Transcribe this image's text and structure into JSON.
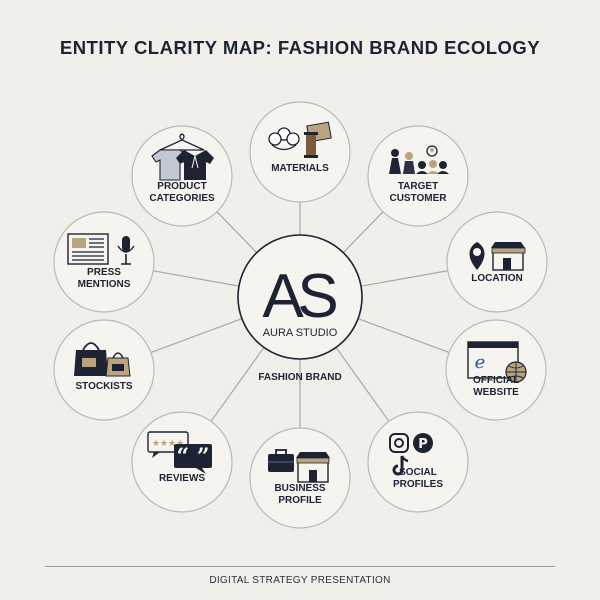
{
  "title": "ENTITY CLARITY MAP: FASHION BRAND ECOLOGY",
  "center": {
    "monogram": "AS",
    "name": "AURA STUDIO",
    "tagline": "FASHION BRAND"
  },
  "nodes": [
    {
      "id": "materials",
      "lines": [
        "MATERIALS"
      ],
      "icon": "cotton-and-thread-icon"
    },
    {
      "id": "target-customer",
      "lines": [
        "TARGET",
        "CUSTOMER"
      ],
      "icon": "people-icon"
    },
    {
      "id": "location",
      "lines": [
        "LOCATION"
      ],
      "icon": "map-pin-store-icon"
    },
    {
      "id": "official-website",
      "lines": [
        "OFFICIAL",
        "WEBSITE"
      ],
      "icon": "browser-globe-icon"
    },
    {
      "id": "social-profiles",
      "lines": [
        "SOCIAL",
        "PROFILES"
      ],
      "icon": "social-media-icon"
    },
    {
      "id": "business-profile",
      "lines": [
        "BUSINESS",
        "PROFILE"
      ],
      "icon": "briefcase-store-icon"
    },
    {
      "id": "reviews",
      "lines": [
        "REVIEWS"
      ],
      "icon": "speech-bubbles-icon"
    },
    {
      "id": "stockists",
      "lines": [
        "STOCKISTS"
      ],
      "icon": "shopping-bags-icon"
    },
    {
      "id": "press-mentions",
      "lines": [
        "PRESS",
        "MENTIONS"
      ],
      "icon": "newspaper-microphone-icon"
    },
    {
      "id": "product-categories",
      "lines": [
        "PRODUCT",
        "CATEGORIES"
      ],
      "icon": "clothes-hanger-icon"
    }
  ],
  "footer": "DIGITAL STRATEGY PRESENTATION",
  "colors": {
    "background": "#f1efe9",
    "navy": "#1d2333",
    "gold": "#b9a47e",
    "line": "#a7a8a5"
  }
}
